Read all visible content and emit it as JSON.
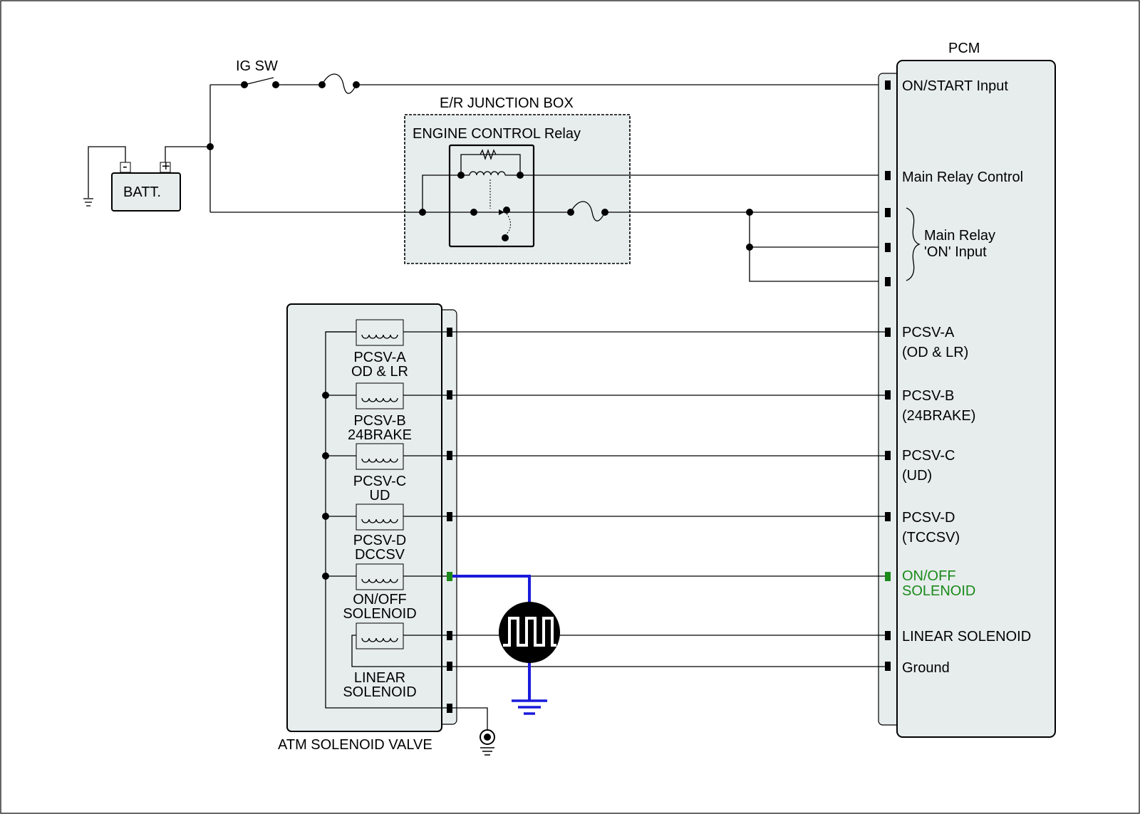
{
  "labels": {
    "ig_sw": "IG SW",
    "batt": "BATT.",
    "batt_minus": "-",
    "batt_plus": "+",
    "junction_box": "E/R JUNCTION BOX",
    "relay": "ENGINE CONTROL Relay",
    "pcm": "PCM",
    "atm": "ATM SOLENOID VALVE"
  },
  "pcm_terminals": {
    "on_start": "ON/START Input",
    "main_relay_control": "Main Relay Control",
    "main_relay_on_1": "Main Relay",
    "main_relay_on_2": "'ON' Input",
    "pcsv_a_1": "PCSV-A",
    "pcsv_a_2": "(OD & LR)",
    "pcsv_b_1": "PCSV-B",
    "pcsv_b_2": "(24BRAKE)",
    "pcsv_c_1": "PCSV-C",
    "pcsv_c_2": "(UD)",
    "pcsv_d_1": "PCSV-D",
    "pcsv_d_2": "(TCCSV)",
    "onoff_1": "ON/OFF",
    "onoff_2": "SOLENOID",
    "linear": "LINEAR SOLENOID",
    "ground": "Ground"
  },
  "solenoids": {
    "pcsv_a_1": "PCSV-A",
    "pcsv_a_2": "OD & LR",
    "pcsv_b_1": "PCSV-B",
    "pcsv_b_2": "24BRAKE",
    "pcsv_c_1": "PCSV-C",
    "pcsv_c_2": "UD",
    "pcsv_d_1": "PCSV-D",
    "pcsv_d_2": "DCCSV",
    "onoff_1": "ON/OFF",
    "onoff_2": "SOLENOID",
    "linear_1": "LINEAR",
    "linear_2": "SOLENOID"
  },
  "colors": {
    "highlight_text": "#1a8a1a",
    "probe_wire": "#1a1adc",
    "panel_fill": "#e7eded"
  },
  "icons": {
    "scope": "oscilloscope-probe-icon",
    "ground": "ground-symbol-icon"
  }
}
